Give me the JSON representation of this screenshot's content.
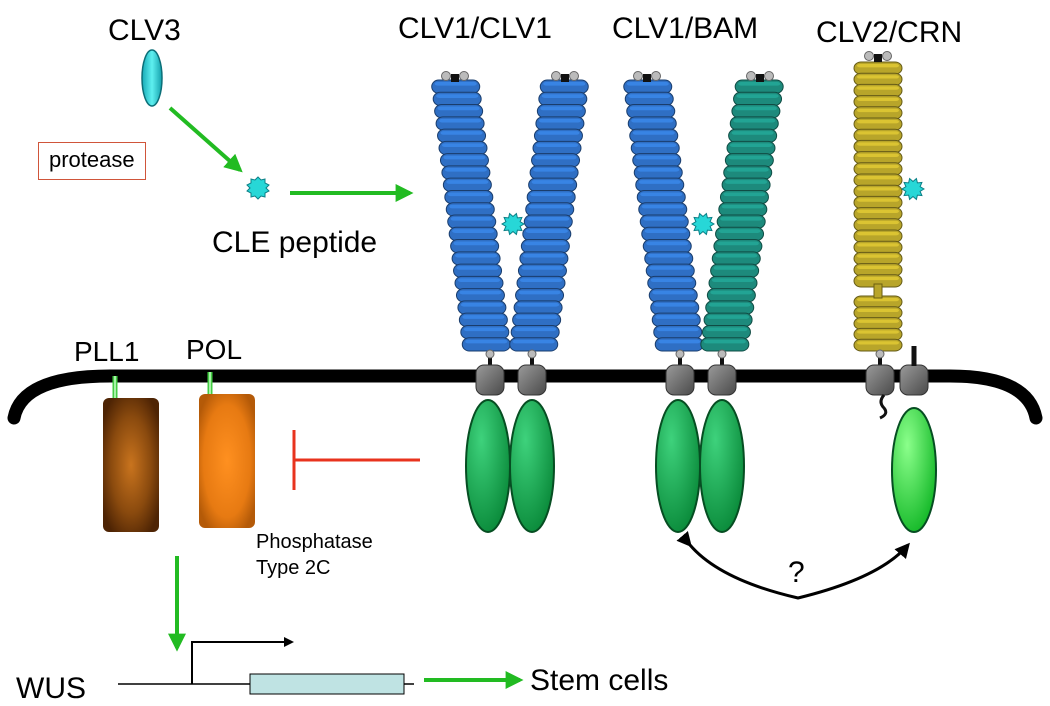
{
  "labels": {
    "clv3": "CLV3",
    "protease": "protease",
    "cle_peptide": "CLE peptide",
    "clv1_clv1": "CLV1/CLV1",
    "clv1_bam": "CLV1/BAM",
    "clv2_crn": "CLV2/CRN",
    "pll1": "PLL1",
    "pol": "POL",
    "phosphatase_line1": "Phosphatase",
    "phosphatase_line2": "Type 2C",
    "question": "?",
    "wus": "WUS",
    "stem_cells": "Stem cells"
  },
  "colors": {
    "clv1_blue": "#2f6fc4",
    "bam_teal": "#1d8a7c",
    "clv2_olive": "#b8a52a",
    "kinase_green": "#12a84e",
    "crn_green": "#22d13a",
    "peptide_cyan": "#27d7d7",
    "membrane": "#000000",
    "activation_arrow": "#22bb22",
    "inhibition": "#e8331e",
    "pll1_brown": "#8a4a0e",
    "pol_orange": "#f08418",
    "gene_box": "#bfe3e3"
  }
}
